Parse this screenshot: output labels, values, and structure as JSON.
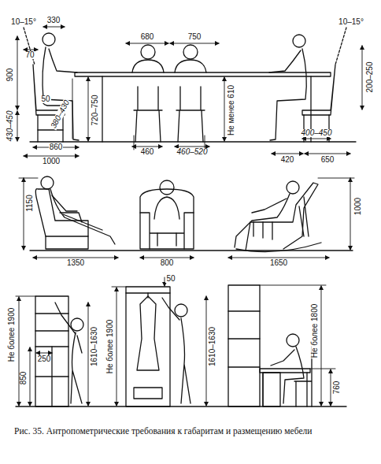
{
  "diagram": {
    "caption": "Рис. 35. Антропометрические требования к габаритам и размещению мебели",
    "labels": [
      "10–15°",
      "330",
      "70",
      "900",
      "50",
      "380–430",
      "430–450",
      "720–750",
      "860",
      "1000",
      "680",
      "750",
      "460",
      "460–520",
      "Не менее 610",
      "10–15°",
      "200–250",
      "400–450",
      "420",
      "650",
      "1150",
      "1350",
      "800",
      "1000",
      "1650",
      "Не более 1900",
      "250",
      "850",
      "1610–1630",
      "Не более 1900",
      "50",
      "1610–1630",
      "Не более 1800",
      "760"
    ]
  }
}
